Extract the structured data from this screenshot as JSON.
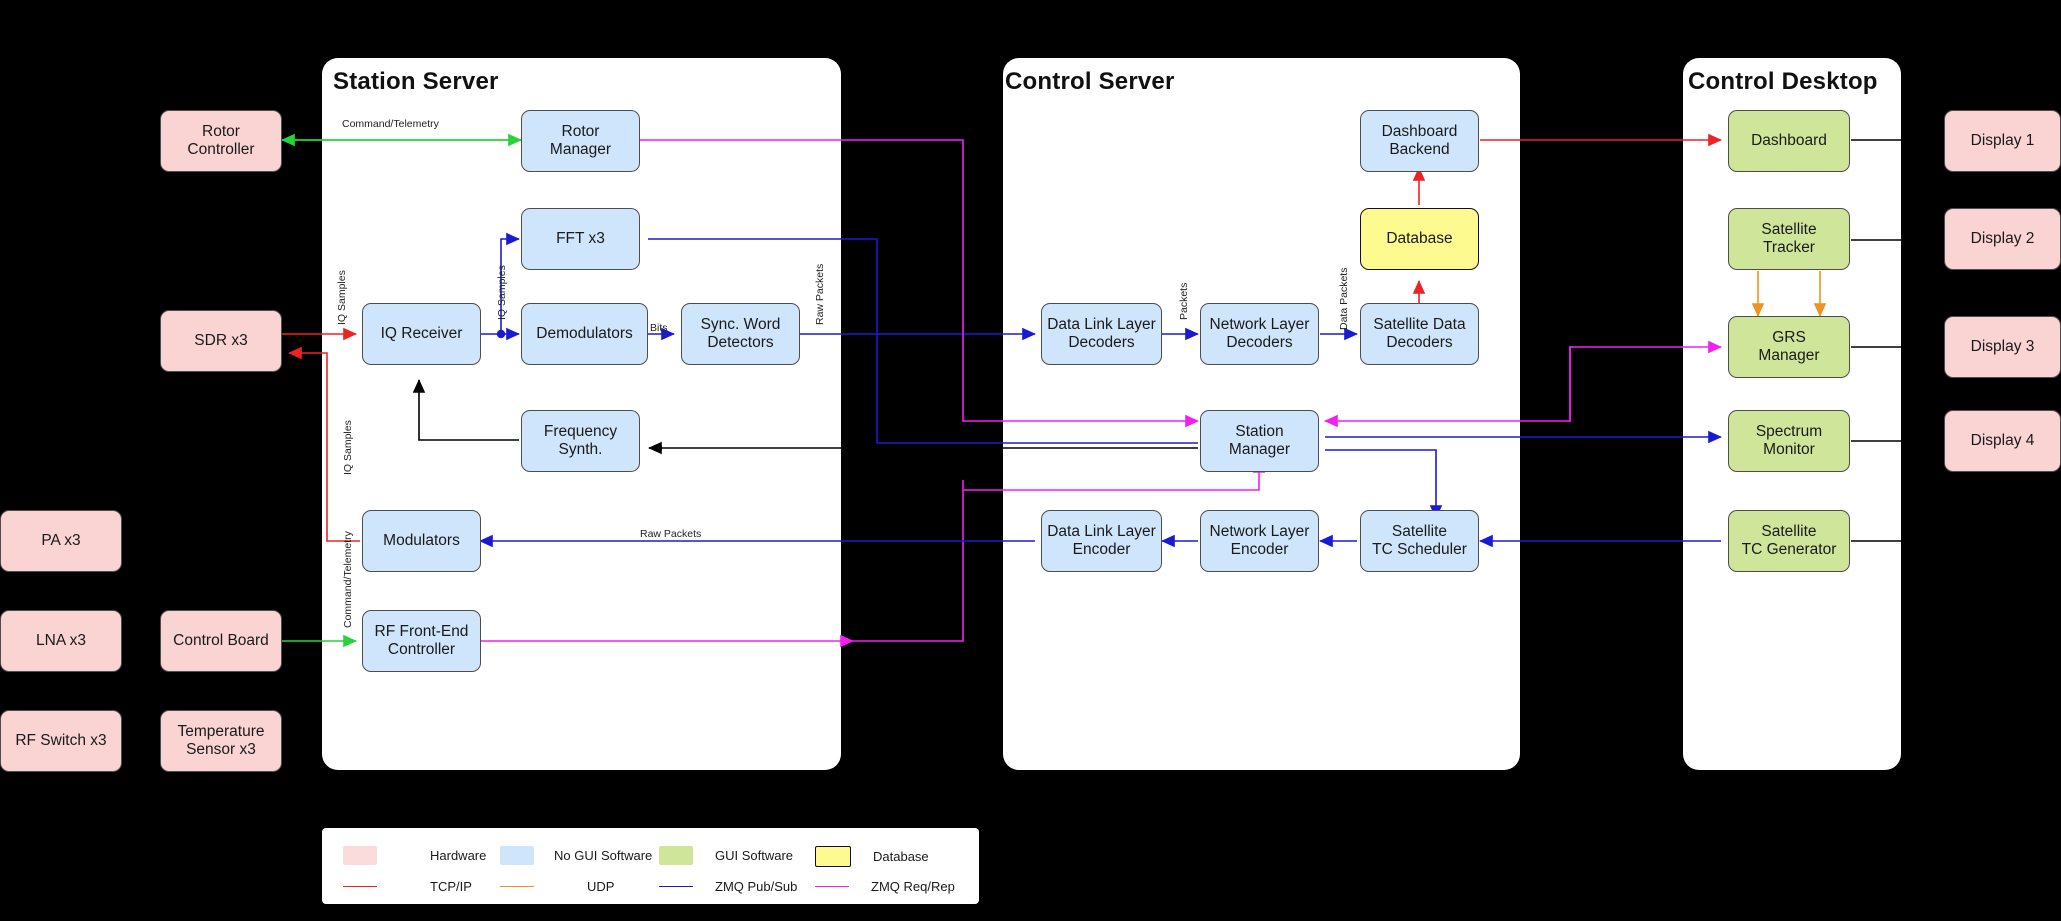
{
  "panels": [
    {
      "id": "station-server",
      "title": "Station Server"
    },
    {
      "id": "control-server",
      "title": "Control Server"
    },
    {
      "id": "control-desktop",
      "title": "Control Desktop"
    }
  ],
  "hardware_left": [
    {
      "id": "rotor-controller",
      "label": "Rotor\nController"
    },
    {
      "id": "sdr",
      "label": "SDR x3"
    },
    {
      "id": "pa",
      "label": "PA x3"
    },
    {
      "id": "lna",
      "label": "LNA x3"
    },
    {
      "id": "rf-switch",
      "label": "RF Switch x3"
    },
    {
      "id": "control-board",
      "label": "Control Board"
    },
    {
      "id": "temperature-sensor",
      "label": "Temperature\nSensor x3"
    }
  ],
  "station_server_nodes": [
    {
      "id": "rotor-manager",
      "label": "Rotor\nManager"
    },
    {
      "id": "fft",
      "label": "FFT x3"
    },
    {
      "id": "iq-receiver",
      "label": "IQ Receiver"
    },
    {
      "id": "demodulators",
      "label": "Demodulators"
    },
    {
      "id": "sync-word-detectors",
      "label": "Sync. Word\nDetectors"
    },
    {
      "id": "frequency-synth",
      "label": "Frequency\nSynth."
    },
    {
      "id": "modulators",
      "label": "Modulators"
    },
    {
      "id": "rf-front-end-controller",
      "label": "RF Front-End\nController"
    }
  ],
  "control_server_nodes": [
    {
      "id": "dashboard-backend",
      "label": "Dashboard\nBackend"
    },
    {
      "id": "database",
      "label": "Database"
    },
    {
      "id": "data-link-layer-decoders",
      "label": "Data Link Layer\nDecoders"
    },
    {
      "id": "network-layer-decoders",
      "label": "Network Layer\nDecoders"
    },
    {
      "id": "satellite-data-decoders",
      "label": "Satellite Data\nDecoders"
    },
    {
      "id": "station-manager",
      "label": "Station\nManager"
    },
    {
      "id": "data-link-layer-encoder",
      "label": "Data Link Layer\nEncoder"
    },
    {
      "id": "network-layer-encoder",
      "label": "Network Layer\nEncoder"
    },
    {
      "id": "satellite-tc-scheduler",
      "label": "Satellite\nTC Scheduler"
    }
  ],
  "control_desktop_nodes": [
    {
      "id": "dashboard",
      "label": "Dashboard"
    },
    {
      "id": "satellite-tracker",
      "label": "Satellite\nTracker"
    },
    {
      "id": "grs-manager",
      "label": "GRS\nManager"
    },
    {
      "id": "spectrum-monitor",
      "label": "Spectrum\nMonitor"
    },
    {
      "id": "satellite-tc-generator",
      "label": "Satellite\nTC Generator"
    }
  ],
  "displays": [
    {
      "id": "display-1",
      "label": "Display 1"
    },
    {
      "id": "display-2",
      "label": "Display 2"
    },
    {
      "id": "display-3",
      "label": "Display 3"
    },
    {
      "id": "display-4",
      "label": "Display 4"
    }
  ],
  "edge_labels": [
    {
      "id": "cmd-telemetry-rotor",
      "text": "Command/Telemetry"
    },
    {
      "id": "iq-samples-sdr",
      "text": "IQ Samples"
    },
    {
      "id": "iq-samples-fft",
      "text": "IQ Samples"
    },
    {
      "id": "iq-samples-mod",
      "text": "IQ Samples"
    },
    {
      "id": "bits",
      "text": "Bits"
    },
    {
      "id": "raw-packets-out",
      "text": "Raw Packets"
    },
    {
      "id": "raw-packets-in",
      "text": "Raw Packets"
    },
    {
      "id": "cmd-telemetry-rfe",
      "text": "Command/Telemetry"
    },
    {
      "id": "packets",
      "text": "Packets"
    },
    {
      "id": "data-packets",
      "text": "Data Packets"
    }
  ],
  "legend": {
    "swatches": [
      {
        "id": "hardware",
        "label": "Hardware",
        "color": "#fadcdc"
      },
      {
        "id": "no-gui-software",
        "label": "No GUI Software",
        "color": "#cfe5fb"
      },
      {
        "id": "gui-software",
        "label": "GUI Software",
        "color": "#cfe69a"
      },
      {
        "id": "database",
        "label": "Database",
        "color": "#fdfa8f"
      }
    ],
    "lines": [
      {
        "id": "tcp-ip",
        "label": "TCP/IP",
        "color": "#ee2222"
      },
      {
        "id": "udp",
        "label": "UDP",
        "color": "#f0921f"
      },
      {
        "id": "zmq-pub-sub",
        "label": "ZMQ Pub/Sub",
        "color": "#1a1ad0"
      },
      {
        "id": "zmq-req-rep",
        "label": "ZMQ Req/Rep",
        "color": "#f21ff2"
      }
    ]
  },
  "colors": {
    "tcp_ip": "#ee2222",
    "udp": "#f0921f",
    "zmq_pub_sub": "#1a1ad0",
    "zmq_req_rep": "#f21ff2",
    "serial_green": "#2ad23a",
    "black": "#000000"
  }
}
